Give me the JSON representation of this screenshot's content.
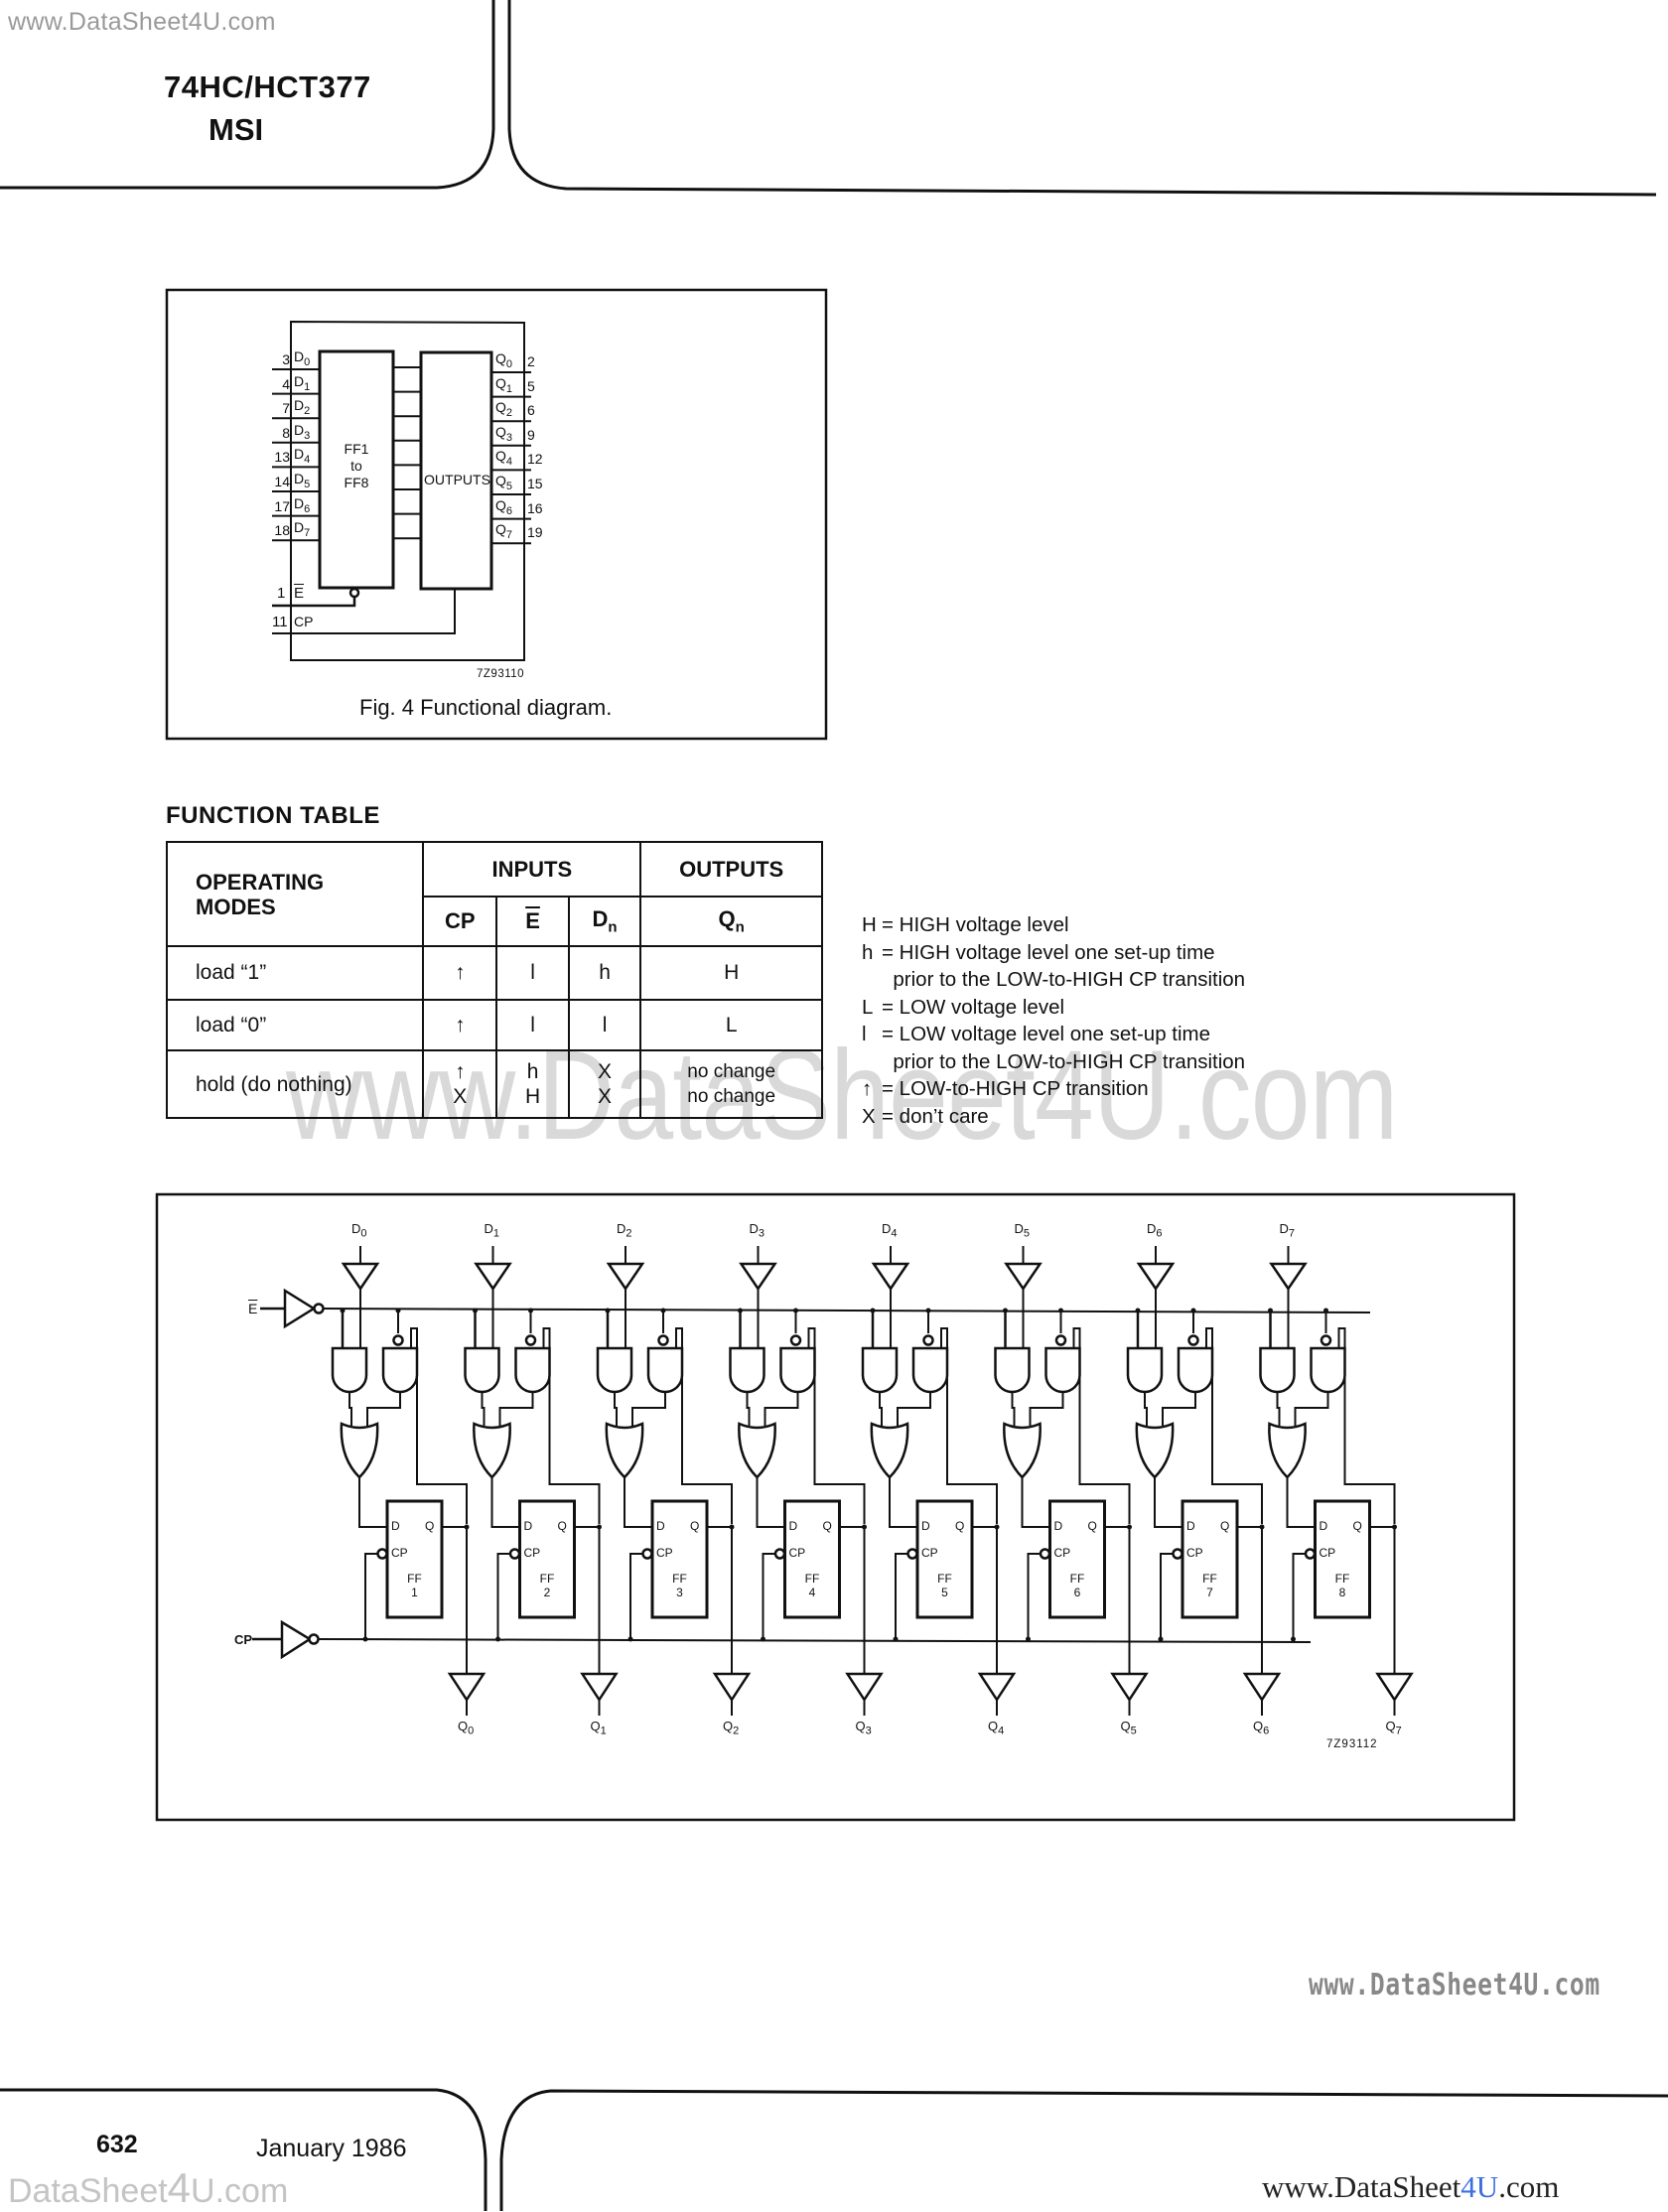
{
  "watermarks": {
    "top_left": "www.DataSheet4U.com",
    "center_big": "www.DataSheet4U.com",
    "lower_right_gray": "www.DataSheet4U.com",
    "bottom_left": {
      "pre": "DataSheet",
      "four": "4",
      "post": "U.com"
    },
    "bottom_right": {
      "pre": "www.DataSheet",
      "blue": "4U",
      "post": ".com"
    },
    "accent_color": "#3d6fe0"
  },
  "header": {
    "part_number": "74HC/HCT377",
    "category": "MSI"
  },
  "figure4": {
    "caption": "Fig. 4  Functional diagram.",
    "code": "7Z93110",
    "block_left": [
      "FF1",
      "to",
      "FF8"
    ],
    "block_right": "OUTPUTS",
    "inputs": [
      {
        "pin": "3",
        "name": "D",
        "sub": "0"
      },
      {
        "pin": "4",
        "name": "D",
        "sub": "1"
      },
      {
        "pin": "7",
        "name": "D",
        "sub": "2"
      },
      {
        "pin": "8",
        "name": "D",
        "sub": "3"
      },
      {
        "pin": "13",
        "name": "D",
        "sub": "4"
      },
      {
        "pin": "14",
        "name": "D",
        "sub": "5"
      },
      {
        "pin": "17",
        "name": "D",
        "sub": "6"
      },
      {
        "pin": "18",
        "name": "D",
        "sub": "7"
      }
    ],
    "outputs": [
      {
        "pin": "2",
        "name": "Q",
        "sub": "0"
      },
      {
        "pin": "5",
        "name": "Q",
        "sub": "1"
      },
      {
        "pin": "6",
        "name": "Q",
        "sub": "2"
      },
      {
        "pin": "9",
        "name": "Q",
        "sub": "3"
      },
      {
        "pin": "12",
        "name": "Q",
        "sub": "4"
      },
      {
        "pin": "15",
        "name": "Q",
        "sub": "5"
      },
      {
        "pin": "16",
        "name": "Q",
        "sub": "6"
      },
      {
        "pin": "19",
        "name": "Q",
        "sub": "7"
      }
    ],
    "enable": {
      "pin": "1",
      "name": "E"
    },
    "clock": {
      "pin": "11",
      "name": "CP"
    }
  },
  "function_table": {
    "heading": "FUNCTION TABLE",
    "col_mode": "OPERATING MODES",
    "group_inputs": "INPUTS",
    "group_outputs": "OUTPUTS",
    "sub_cp": "CP",
    "sub_e": "E",
    "sub_dn": {
      "base": "D",
      "sub": "n"
    },
    "sub_qn": {
      "base": "Q",
      "sub": "n"
    },
    "rows": [
      {
        "mode": "load “1”",
        "cp": [
          "↑"
        ],
        "e": [
          "l"
        ],
        "dn": [
          "h"
        ],
        "qn": [
          "H"
        ]
      },
      {
        "mode": "load “0”",
        "cp": [
          "↑"
        ],
        "e": [
          "l"
        ],
        "dn": [
          "l"
        ],
        "qn": [
          "L"
        ]
      },
      {
        "mode": "hold (do nothing)",
        "cp": [
          "↑",
          "X"
        ],
        "e": [
          "h",
          "H"
        ],
        "dn": [
          "X",
          "X"
        ],
        "qn": [
          "no change",
          "no change"
        ]
      }
    ]
  },
  "legend": [
    {
      "sym": "H",
      "text": "= HIGH voltage level"
    },
    {
      "sym": "h",
      "text": "= HIGH voltage level one set-up time"
    },
    {
      "sym": "",
      "text": "  prior to the LOW-to-HIGH CP transition"
    },
    {
      "sym": "L",
      "text": "= LOW voltage level"
    },
    {
      "sym": "l",
      "text": "= LOW voltage level one set-up time"
    },
    {
      "sym": "",
      "text": "  prior to the LOW-to-HIGH CP transition"
    },
    {
      "sym": "↑",
      "text": "= LOW-to-HIGH CP transition"
    },
    {
      "sym": "X",
      "text": "= don’t care"
    }
  ],
  "logic_diagram": {
    "code": "7Z93112",
    "enable_label": "E",
    "clock_label": "CP",
    "flipflops": [
      {
        "d": "0",
        "q": "0",
        "ff": "1"
      },
      {
        "d": "1",
        "q": "1",
        "ff": "2"
      },
      {
        "d": "2",
        "q": "2",
        "ff": "3"
      },
      {
        "d": "3",
        "q": "3",
        "ff": "4"
      },
      {
        "d": "4",
        "q": "4",
        "ff": "5"
      },
      {
        "d": "5",
        "q": "5",
        "ff": "6"
      },
      {
        "d": "6",
        "q": "6",
        "ff": "7"
      },
      {
        "d": "7",
        "q": "7",
        "ff": "8"
      }
    ],
    "ff_labels": {
      "d": "D",
      "q": "Q",
      "cp": "CP",
      "ff": "FF"
    }
  },
  "footer": {
    "page_number": "632",
    "date": "January 1986"
  }
}
